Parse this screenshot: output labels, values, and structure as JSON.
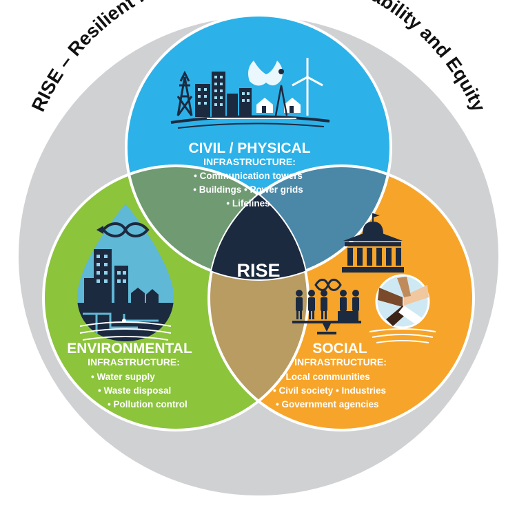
{
  "arc_title": "RISE – Resilient Infrastructure with Sustainability and Equity",
  "center_label": "RISE",
  "civil": {
    "title": "CIVIL / PHYSICAL",
    "subtitle": "INFRASTRUCTURE:",
    "line1": "• Communication towers",
    "line2": "• Buildings  • Power grids",
    "line3": "• Lifelines"
  },
  "environmental": {
    "title": "ENVIRONMENTAL",
    "subtitle": "INFRASTRUCTURE:",
    "line1": "• Water supply",
    "line2": "• Waste disposal",
    "line3": "• Pollution control"
  },
  "social": {
    "title": "SOCIAL",
    "subtitle": "INFRASTRUCTURE:",
    "line1": "• Local communities",
    "line2": "• Civil society  • Industries",
    "line3": "• Government agencies"
  },
  "colors": {
    "outer_ring": "#d0d1d3",
    "civil": "#2cb2e8",
    "environmental": "#8cc43c",
    "social": "#f6a52a",
    "overlap_civil_env": "#6f9a72",
    "overlap_civil_social": "#4b88a8",
    "overlap_env_social": "#b99c62",
    "center": "#1c2a40"
  },
  "icons": [
    "cityscape-icon",
    "water-drop-city-icon",
    "courthouse-icon",
    "people-balance-icon",
    "joined-hands-icon"
  ]
}
